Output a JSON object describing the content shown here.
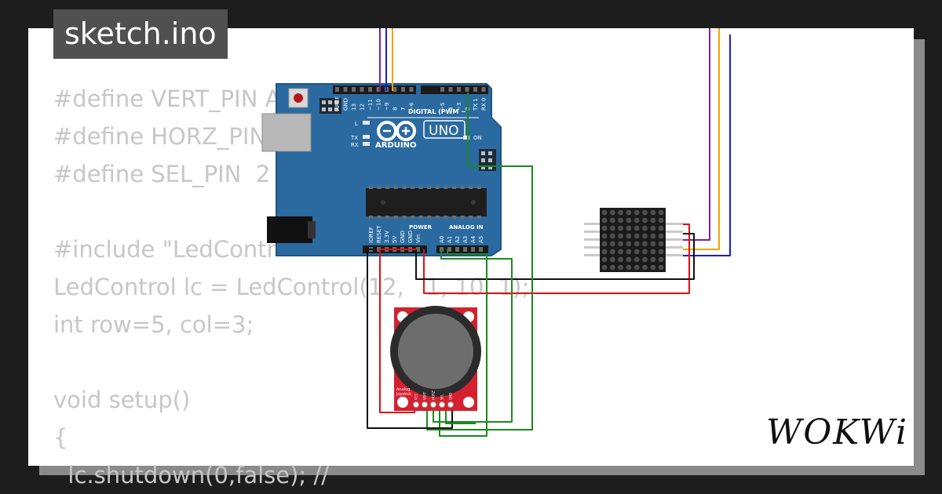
{
  "tab": {
    "title": "sketch.ino"
  },
  "code_lines": [
    "#define VERT_PIN A",
    "#define HORZ_PIN",
    "#define SEL_PIN  2",
    "",
    "#include \"LedContr",
    "LedControl lc = LedControl(12,   1, 10, 1);",
    "int row=5, col=3;",
    "",
    "void setup()",
    "{",
    "  lc.shutdown(0,false); //"
  ],
  "board": {
    "brand": "ARDUINO",
    "model": "UNO",
    "digital_header": "DIGITAL (PWM ~)",
    "digital_pins": [
      "AREF",
      "GND",
      "13",
      "12",
      "~11",
      "~10",
      "~9",
      "8",
      "7",
      "~6",
      "~5",
      "4",
      "~3",
      "2",
      "TX 1",
      "RX 0"
    ],
    "power_header": "POWER",
    "power_pins": [
      "IOREF",
      "RESET",
      "3.3V",
      "5V",
      "GND",
      "GND",
      "Vin"
    ],
    "analog_header": "ANALOG IN",
    "analog_pins": [
      "A0",
      "A1",
      "A2",
      "A3",
      "A4",
      "A5"
    ],
    "led_l": "L",
    "led_tx": "TX",
    "led_rx": "RX",
    "led_on": "ON"
  },
  "joystick": {
    "label_1": "Analog",
    "label_2": "Joystick",
    "pins": [
      "VCC",
      "VERT",
      "HORZ",
      "SEL",
      "GND"
    ]
  },
  "colors": {
    "board": "#2a6aa0",
    "wire_purple": "#7b1fa2",
    "wire_orange": "#f5a300",
    "wire_blue": "#1a1adb",
    "wire_green": "#1c8a1c",
    "wire_red": "#e01010",
    "wire_black": "#111111",
    "joystick_pcb": "#d5202e"
  },
  "logo": {
    "text": "WOKWi"
  }
}
